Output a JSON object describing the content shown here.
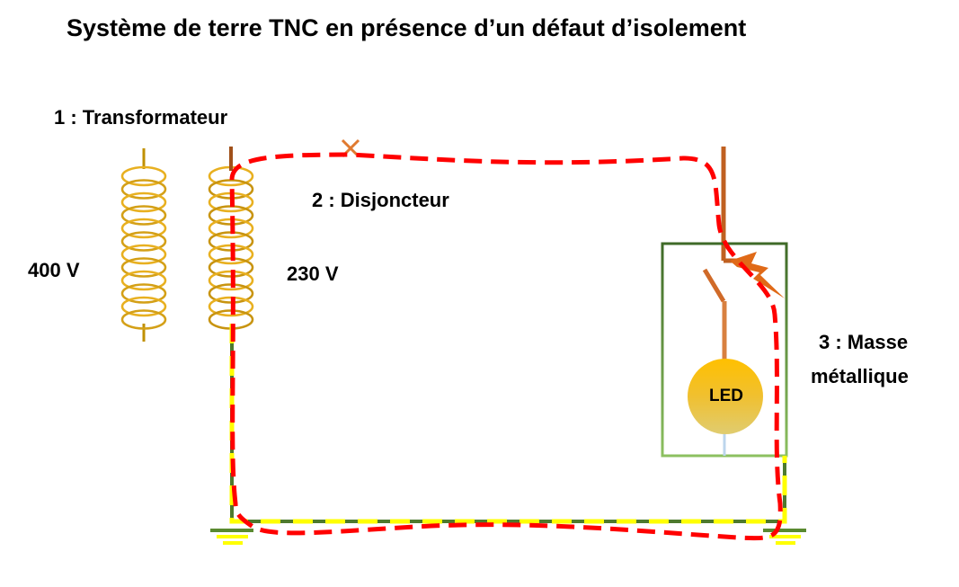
{
  "title": "Système de terre TNC en présence d’un défaut d’isolement",
  "labels": {
    "transformer": "1 : Transformateur",
    "breaker": "2 : Disjoncteur",
    "primary_voltage": "400 V",
    "secondary_voltage": "230 V",
    "mass_line1": "3 : Masse",
    "mass_line2": "métallique",
    "led": "LED"
  },
  "colors": {
    "fault_path": "#ff0000",
    "pen_conductor": "#ffff00",
    "phase_wire": "#c0622a",
    "coil": "#e8b020",
    "enclosure": "#4e7a2e",
    "led": "#ffc000"
  }
}
